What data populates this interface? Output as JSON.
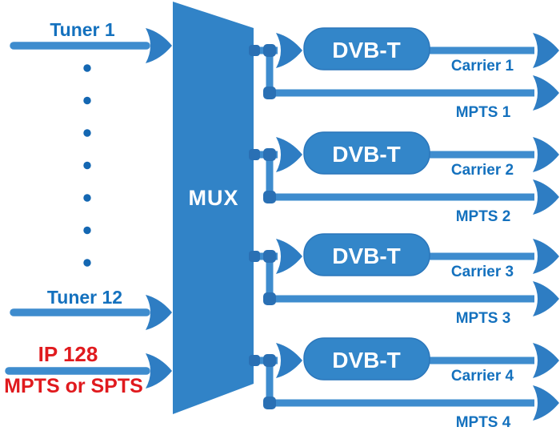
{
  "diagram": {
    "type": "signal-flow-block-diagram",
    "mux": {
      "label": "MUX"
    },
    "inputs": [
      {
        "id": "tuner-1",
        "label": "Tuner 1"
      },
      {
        "id": "tuner-12",
        "label": "Tuner 12"
      },
      {
        "id": "ip-128",
        "label": "IP 128",
        "sublabel": "MPTS or SPTS"
      }
    ],
    "ellipsis_dots_count": 7,
    "outputs": [
      {
        "processor": "DVB-T",
        "carrier": "Carrier 1",
        "mpts": "MPTS 1"
      },
      {
        "processor": "DVB-T",
        "carrier": "Carrier 2",
        "mpts": "MPTS 2"
      },
      {
        "processor": "DVB-T",
        "carrier": "Carrier 3",
        "mpts": "MPTS 3"
      },
      {
        "processor": "DVB-T",
        "carrier": "Carrier 4",
        "mpts": "MPTS 4"
      }
    ],
    "colors": {
      "shape_blue": "#3183C7",
      "line_blue": "#3E8CCE",
      "arrowhead_blue": "#2E7DC3",
      "joint_blue": "#2A70B4",
      "text_blue": "#1471BE",
      "dot_blue": "#1467B2",
      "label_red": "#E01A1E",
      "block_text": "#FFFFFF",
      "background": "#FFFFFF"
    }
  }
}
